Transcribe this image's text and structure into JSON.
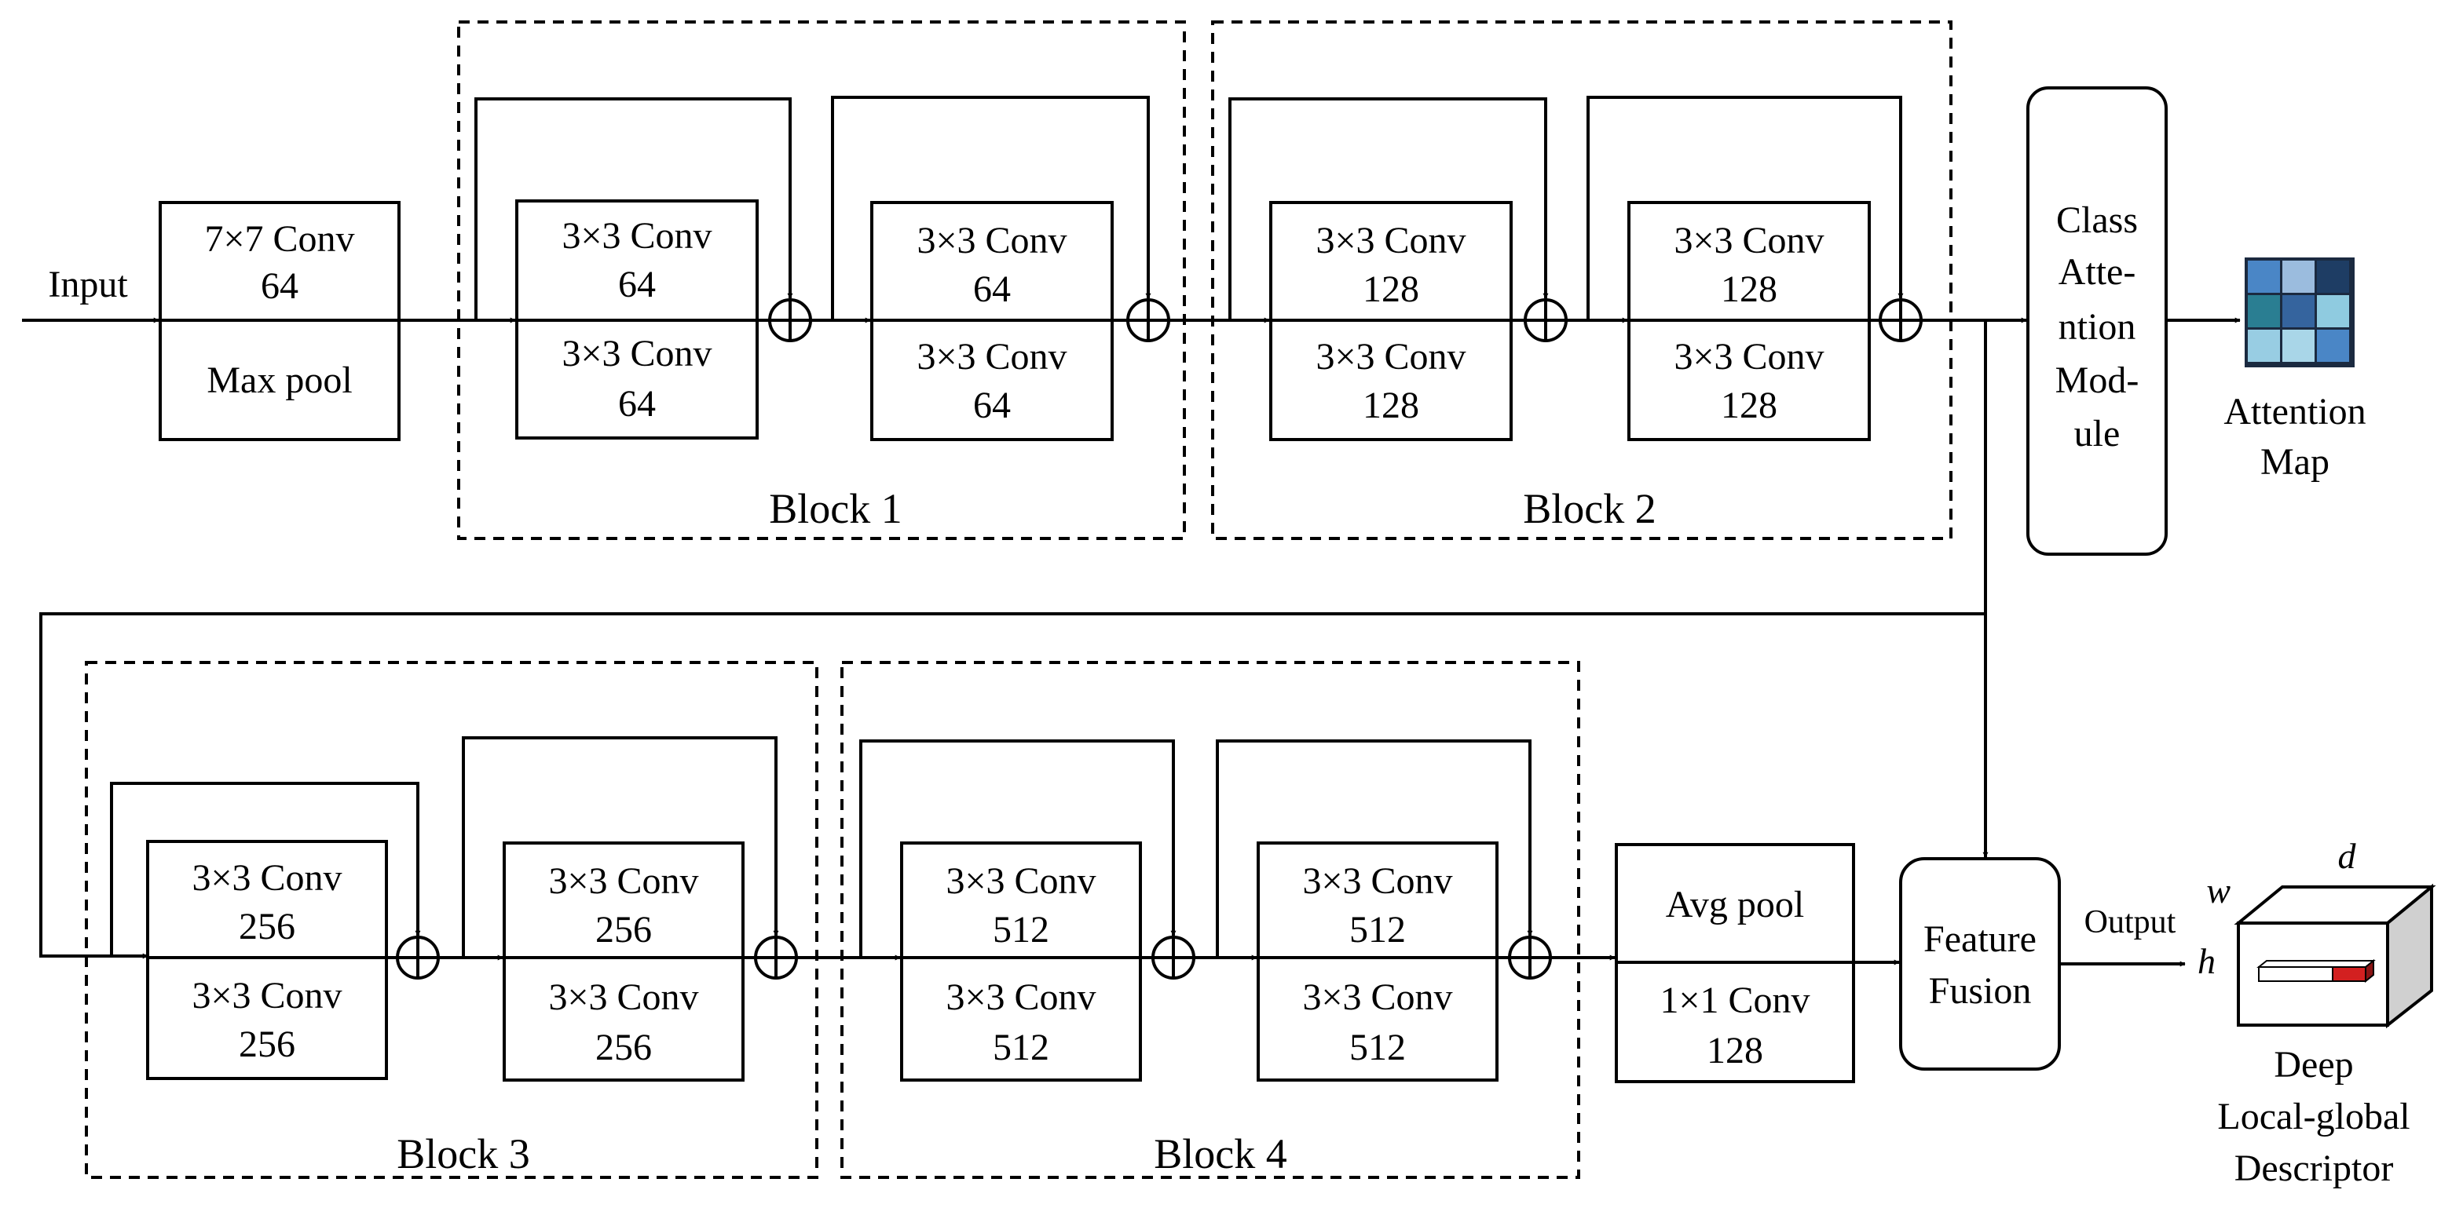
{
  "input_label": "Input",
  "output_label": "Output",
  "stem": {
    "conv": "7×7 Conv",
    "ch": "64",
    "pool": "Max pool"
  },
  "conv_label": "3×3 Conv",
  "blocks": [
    {
      "title": "Block 1",
      "channels": "64"
    },
    {
      "title": "Block 2",
      "channels": "128"
    },
    {
      "title": "Block 3",
      "channels": "256"
    },
    {
      "title": "Block 4",
      "channels": "512"
    }
  ],
  "class_attention": [
    "Class",
    "Atte-",
    "ntion",
    "Mod-",
    "ule"
  ],
  "attention_map": {
    "label": [
      "Attention",
      "Map"
    ],
    "cells": [
      "#4a86c6",
      "#9bbcde",
      "#1e3d64",
      "#2a7e92",
      "#35649e",
      "#8fcbe0",
      "#98cde3",
      "#a9d6e8",
      "#4a86c6"
    ]
  },
  "head": {
    "pool": "Avg pool",
    "conv": "1×1 Conv",
    "ch": "128"
  },
  "fusion": [
    "Feature",
    "Fusion"
  ],
  "descriptor": {
    "dims": {
      "d": "d",
      "w": "w",
      "h": "h"
    },
    "label": [
      "Deep",
      "Local-global",
      "Descriptor"
    ]
  }
}
